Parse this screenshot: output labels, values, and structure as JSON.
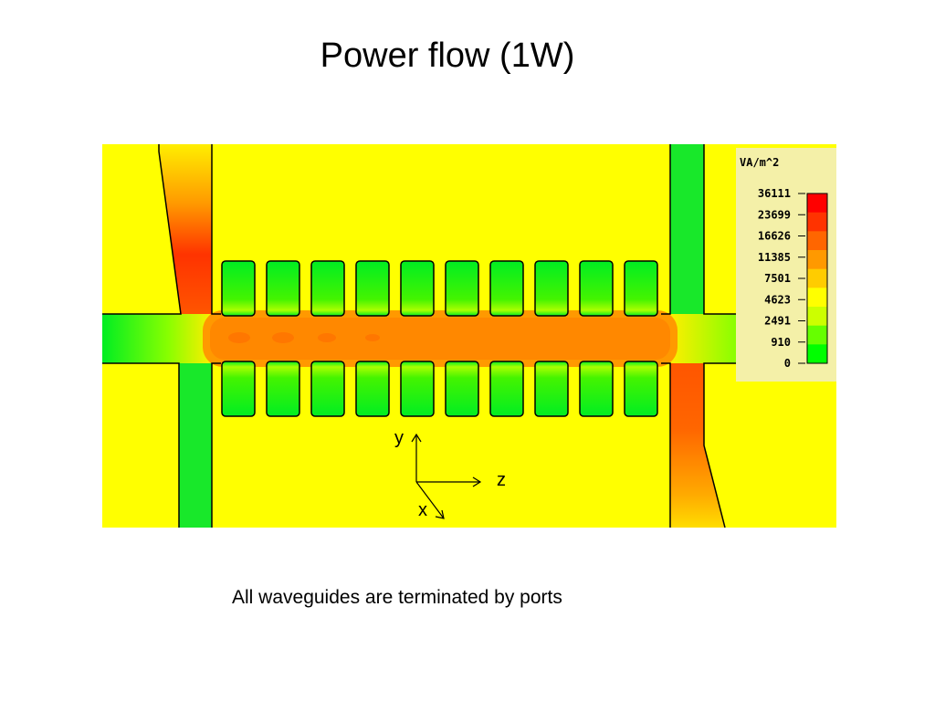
{
  "title": "Power flow (1W)",
  "caption": "All waveguides are terminated by ports",
  "colorbar": {
    "unit": "VA/m^2",
    "ticks": [
      "36111",
      "23699",
      "16626",
      "11385",
      "7501",
      "4623",
      "2491",
      "910",
      "0"
    ],
    "colors": [
      "#ff0000",
      "#ff3300",
      "#ff6600",
      "#ff9900",
      "#ffcc00",
      "#ffff00",
      "#ccff00",
      "#66ff00",
      "#00ff00"
    ]
  },
  "axes": {
    "y": "y",
    "z": "z",
    "x": "x"
  },
  "colors": {
    "background": "#ffff00",
    "guide_low": "#18f018",
    "guide_high": "#ff8800",
    "peak": "#ff3300"
  }
}
